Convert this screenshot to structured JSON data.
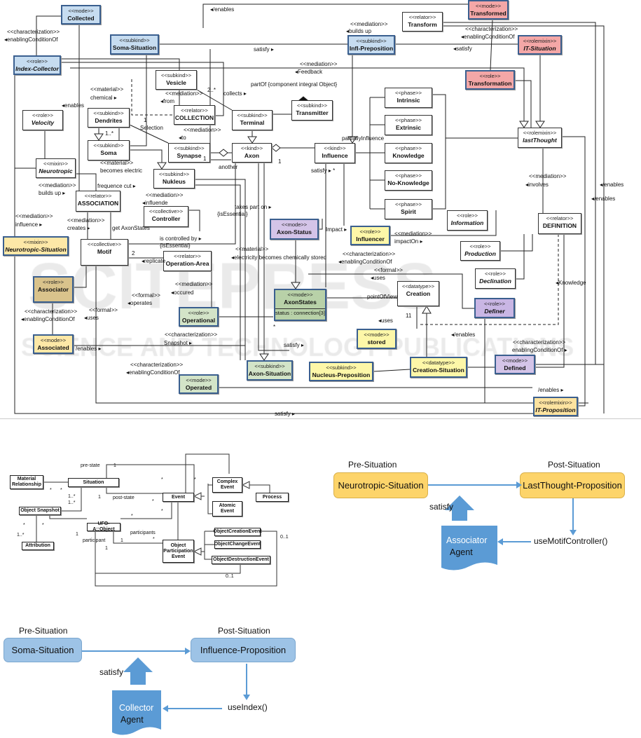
{
  "main_diagram": {
    "classes": [
      {
        "stereotype": "<<mode>>",
        "name": "Collected",
        "fill": "#c6dcf0"
      },
      {
        "stereotype": "<<role>>",
        "name": "Index-Collector",
        "fill": "#c6dcf0"
      },
      {
        "stereotype": "<<subkind>>",
        "name": "Soma-Situation",
        "fill": "#c6dcf0"
      },
      {
        "stereotype": "<<subkind>>",
        "name": "Vesicle",
        "fill": "#ffffff"
      },
      {
        "stereotype": "<<relator>>",
        "name": "COLLECTION",
        "fill": "#ffffff"
      },
      {
        "stereotype": "<<subkind>>",
        "name": "Dendrites",
        "fill": "#ffffff"
      },
      {
        "stereotype": "<<subkind>>",
        "name": "Soma",
        "fill": "#ffffff"
      },
      {
        "stereotype": "<<role>>",
        "name": "Velocity",
        "fill": "#ffffff"
      },
      {
        "stereotype": "<<mixin>>",
        "name": "Neurotropic",
        "fill": "#ffffff"
      },
      {
        "stereotype": "<<subkind>>",
        "name": "Synapse",
        "fill": "#ffffff"
      },
      {
        "stereotype": "<<subkind>>",
        "name": "Terminal",
        "fill": "#ffffff"
      },
      {
        "stereotype": "<<subkind>>",
        "name": "Transmitter",
        "fill": "#ffffff"
      },
      {
        "stereotype": "<<kind>>",
        "name": "Axon",
        "fill": "#ffffff"
      },
      {
        "stereotype": "<<subkind>>",
        "name": "Nukleus",
        "fill": "#ffffff"
      },
      {
        "stereotype": "<<relator>>",
        "name": "ASSOCIATION",
        "fill": "#ffffff"
      },
      {
        "stereotype": "<<collective>>",
        "name": "Controller",
        "fill": "#ffffff"
      },
      {
        "stereotype": "<<collective>>",
        "name": "Motif",
        "fill": "#ffffff"
      },
      {
        "stereotype": "<<relator>>",
        "name": "Operation-Area",
        "fill": "#ffffff"
      },
      {
        "stereotype": "<<mixin>>",
        "name": "Neurotropic-Situation",
        "fill": "#fde8a7"
      },
      {
        "stereotype": "<<role>>",
        "name": "Associator",
        "fill": "#d9c38c"
      },
      {
        "stereotype": "<<mode>>",
        "name": "Associated",
        "fill": "#fde8a7"
      },
      {
        "stereotype": "<<role>>",
        "name": "Operational",
        "fill": "#d3e4c8"
      },
      {
        "stereotype": "<<mode>>",
        "name": "Operated",
        "fill": "#d3e4c8"
      },
      {
        "stereotype": "<<subkind>>",
        "name": "Axon-Situation",
        "fill": "#d3e4c8"
      },
      {
        "stereotype": "<<mode>>",
        "name": "Axon-Status",
        "fill": "#d4c4e8"
      },
      {
        "stereotype": "<<mode>>",
        "name": "AxonStates",
        "fill": "#b8d1a8",
        "attribute": "status : connection[3]"
      },
      {
        "stereotype": "<<subkind>>",
        "name": "Infl-Preposition",
        "fill": "#c6dcf0"
      },
      {
        "stereotype": "<<relator>>",
        "name": "Transform",
        "fill": "#ffffff"
      },
      {
        "stereotype": "<<mode>>",
        "name": "Transformed",
        "fill": "#f4a7a7"
      },
      {
        "stereotype": "<<rolemixin>>",
        "name": "IT-Situation",
        "fill": "#f4a7a7"
      },
      {
        "stereotype": "<<role>>",
        "name": "Transformation",
        "fill": "#f4a7a7"
      },
      {
        "stereotype": "<<phase>>",
        "name": "Intrinsic",
        "fill": "#ffffff"
      },
      {
        "stereotype": "<<phase>>",
        "name": "Extrinsic",
        "fill": "#ffffff"
      },
      {
        "stereotype": "<<phase>>",
        "name": "Knowledge",
        "fill": "#ffffff"
      },
      {
        "stereotype": "<<phase>>",
        "name": "No-Knowledge",
        "fill": "#ffffff"
      },
      {
        "stereotype": "<<phase>>",
        "name": "Spirit",
        "fill": "#ffffff"
      },
      {
        "stereotype": "<<kind>>",
        "name": "Influence",
        "fill": "#ffffff"
      },
      {
        "stereotype": "<<rolemixin>>",
        "name": "lastThought",
        "fill": "#ffffff"
      },
      {
        "stereotype": "<<role>>",
        "name": "Information",
        "fill": "#ffffff"
      },
      {
        "stereotype": "<<relator>>",
        "name": "DEFINITION",
        "fill": "#ffffff"
      },
      {
        "stereotype": "<<role>>",
        "name": "Influencer",
        "fill": "#fdf7a8"
      },
      {
        "stereotype": "<<role>>",
        "name": "Production",
        "fill": "#ffffff"
      },
      {
        "stereotype": "<<role>>",
        "name": "Declination",
        "fill": "#ffffff"
      },
      {
        "stereotype": "<<datatype>>",
        "name": "Creation",
        "fill": "#ffffff"
      },
      {
        "stereotype": "<<role>>",
        "name": "Definer",
        "fill": "#c9b6e4"
      },
      {
        "stereotype": "<<mode>>",
        "name": "stored",
        "fill": "#fdf7a8"
      },
      {
        "stereotype": "<<subkind>>",
        "name": "Nucleus-Preposition",
        "fill": "#fdf7a8"
      },
      {
        "stereotype": "<<datatype>>",
        "name": "Creation-Situation",
        "fill": "#fdf7a8"
      },
      {
        "stereotype": "<<mode>>",
        "name": "Defined",
        "fill": "#d4c4e8"
      },
      {
        "stereotype": "<<rolemixin>>",
        "name": "IT-Proposition",
        "fill": "#fde3a0"
      }
    ],
    "labels": [
      "<<characterization>>",
      "◂enablingConditionOf",
      "◂/enables",
      "satisfy ▸",
      "<<mediation>>",
      "◂Feedback",
      "partOf {component integral Object}",
      "collects ▸",
      "<<material>>",
      "chemical ▸",
      "<<mediation>>",
      "◂from",
      "◂enables",
      "Selection",
      "<<mediation>>",
      "◂to",
      "<<material>>",
      "becomes electric",
      "frequence cut ▸",
      "<<mediation>>",
      "builds up ▸",
      "<<mediation>>",
      "◂influende",
      "takes part on ▸",
      "{isEssential}",
      "<<mediation>>",
      "influence ▸",
      "<<mediation>>",
      "creates ▸",
      "get AxonStates",
      "is controlled by ▸",
      "{isEssential}",
      "<<material>>",
      "◂electricity becomes chemically stored",
      "◂replicate",
      "<<mediation>>",
      "◂occured",
      "<<formal>>",
      "◂operates",
      "<<characterization>>",
      "◂enablingConditionOf",
      "<<formal>>",
      "◂uses",
      "<<characterization>>",
      "Snapshot ▸",
      "/enables ▸",
      "satisfy ▸",
      "<<characterization>>",
      "◂enablingConditionOf",
      "satisfy ▸",
      "<<mediation>>",
      "◂builds up",
      "<<characterization>>",
      "◂enablingConditionOf",
      "◂satisfy",
      "partiallyInfluence",
      "satisfy ▸ *",
      "<<mediation>>",
      "◂involves",
      "◂/enables",
      "◂/enables",
      "Impact ▸",
      "<<mediation>>",
      "impactOn ▸",
      "<<characterization>>",
      "◂enablingConditionOf",
      "<<formal>>",
      "◂uses",
      "pointOfView",
      "◂uses",
      "◂/enables",
      "<<characterization>>",
      "enablingConditionOf ▸",
      "/enables ▸",
      "◂Knowledge",
      "another",
      "1..*",
      "2..*",
      "1",
      "1",
      "1",
      "2",
      "*",
      "11",
      "1..*"
    ]
  },
  "watermark": {
    "line1": "SCITEPRESS",
    "line2": "SCIENCE AND TECHNOLOGY PUBLICATIONS"
  },
  "ufo_diagram": {
    "classes": [
      "Material Relationship",
      "Situation",
      "Object Snapshot",
      "Attribution",
      "UFO-A::Object",
      "Event",
      "Complex Event",
      "Atomic Event",
      "Process",
      "Object Participation Event",
      "ObjectCreationEvent",
      "ObjectChangeEvent",
      "ObjectDestructionEvent"
    ],
    "labels": [
      "pre-state",
      "1",
      "post-state",
      "1",
      "*",
      "*",
      "*",
      "*",
      "1..*",
      "1..*",
      "*",
      "*",
      "*",
      "1..*",
      "1",
      "participants",
      "participant",
      "1",
      "1",
      "*",
      "0..1",
      "0..1",
      "*",
      "*"
    ]
  },
  "flow_associator": {
    "pre_label": "Pre-Situation",
    "pre_box": "Neurotropic-Situation",
    "post_label": "Post-Situation",
    "post_box": "LastThought-Proposition",
    "satisfy": "satisfy",
    "agent_line1": "Associator",
    "agent_line2": "Agent",
    "method": "useMotifController()",
    "box_fill": "#fdd46a",
    "agent_fill": "#5b9bd5"
  },
  "flow_collector": {
    "pre_label": "Pre-Situation",
    "pre_box": "Soma-Situation",
    "post_label": "Post-Situation",
    "post_box": "Influence-Proposition",
    "satisfy": "satisfy",
    "agent_line1": "Collector",
    "agent_line2": "Agent",
    "method": "useIndex()",
    "box_fill": "#9dc3e6",
    "agent_fill": "#5b9bd5"
  }
}
